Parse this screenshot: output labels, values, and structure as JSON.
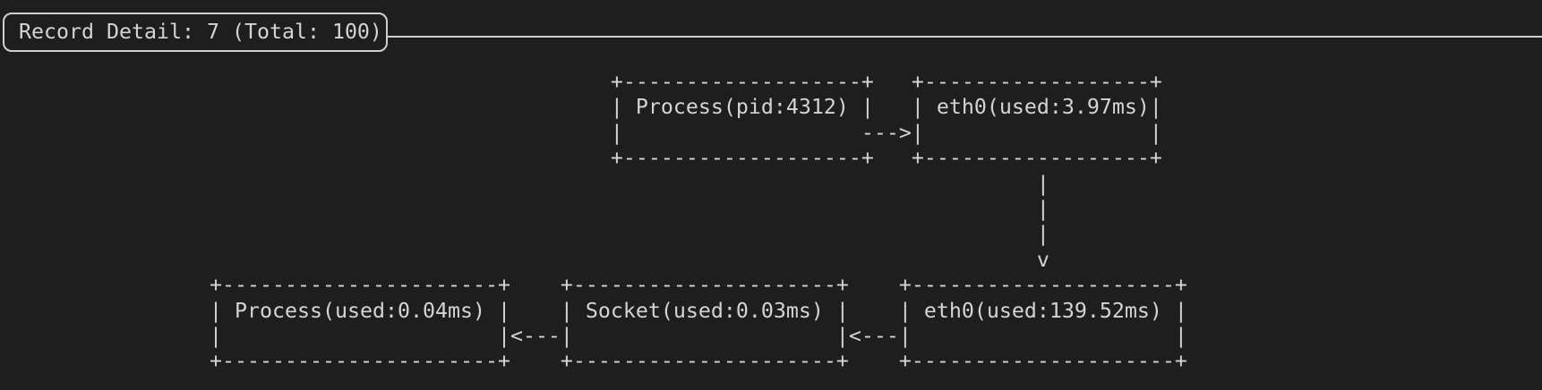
{
  "colors": {
    "background": "#1e1e1e",
    "text": "#d4d4d4",
    "border": "#cfcfcf"
  },
  "pane": {
    "title": "Record Detail: 7 (Total: 100)",
    "record_number": 7,
    "total_records": 100
  },
  "diagram": {
    "nodes": [
      {
        "id": "process-top",
        "label": "Process(pid:4312)"
      },
      {
        "id": "eth0-top",
        "label": "eth0(used:3.97ms)"
      },
      {
        "id": "process-bottom",
        "label": "Process(used:0.04ms)"
      },
      {
        "id": "socket-bottom",
        "label": "Socket(used:0.03ms)"
      },
      {
        "id": "eth0-bottom",
        "label": "eth0(used:139.52ms)"
      }
    ],
    "edges": [
      {
        "from": "Process(pid:4312)",
        "to": "eth0(used:3.97ms)",
        "arrow": "--->"
      },
      {
        "from": "eth0(used:3.97ms)",
        "to": "eth0(used:139.52ms)",
        "arrow": "v"
      },
      {
        "from": "eth0(used:139.52ms)",
        "to": "Socket(used:0.03ms)",
        "arrow": "<---"
      },
      {
        "from": "Socket(used:0.03ms)",
        "to": "Process(used:0.04ms)",
        "arrow": "<---"
      }
    ],
    "ascii_lines": [
      "                                +-------------------+   +------------------+",
      "                                | Process(pid:4312) |   | eth0(used:3.97ms)|",
      "                                |                   --->|                  |",
      "                                +-------------------+   +------------------+",
      "                                                                  |",
      "                                                                  |",
      "                                                                  |",
      "                                                                  v",
      "+----------------------+    +---------------------+    +---------------------+",
      "| Process(used:0.04ms) |    | Socket(used:0.03ms) |    | eth0(used:139.52ms) |",
      "|                      |<---|                     |<---|                     |",
      "+----------------------+    +---------------------+    +---------------------+"
    ]
  }
}
